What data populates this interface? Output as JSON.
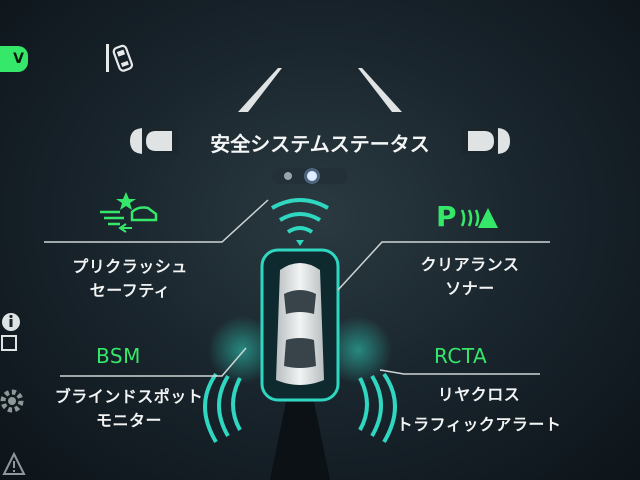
{
  "header": {
    "title": "安全システムステータス",
    "top_left_badge": "V",
    "lane_icon": "lane-assist-icon"
  },
  "systems": {
    "pre_crash": {
      "icon": "pre-crash-car-icon",
      "line1": "プリクラッシュ",
      "line2": "セーフティ"
    },
    "clearance": {
      "badge": "P",
      "icon": "parking-sonar-icon",
      "line1": "クリアランス",
      "line2": "ソナー"
    },
    "bsm": {
      "code": "BSM",
      "line1": "ブラインドスポット",
      "line2": "モニター"
    },
    "rcta": {
      "code": "RCTA",
      "line1": "リヤクロス",
      "line2": "トラフィックアラート"
    }
  },
  "side_icons": [
    "info-icon",
    "gear-icon",
    "warning-icon"
  ],
  "colors": {
    "accent": "#35e86a",
    "teal": "#2fd6c0",
    "text": "#f2f4f4"
  }
}
